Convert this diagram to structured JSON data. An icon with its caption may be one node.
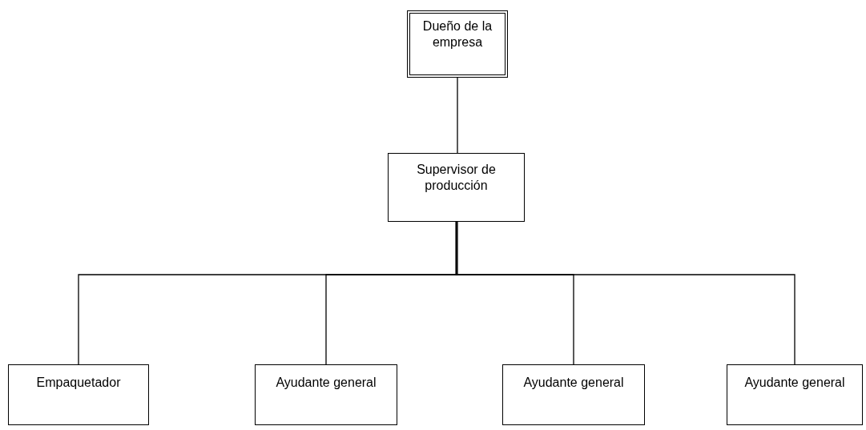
{
  "diagram": {
    "nodes": [
      {
        "text": [
          "Dueño de la empresa"
        ]
      },
      {
        "text": [
          "Supervisor de producción"
        ]
      },
      {
        "text": [
          "Empaquetador"
        ]
      },
      {
        "text": [
          "Ayudante general"
        ]
      },
      {
        "text": [
          "Ayudante general"
        ]
      },
      {
        "text": [
          "Ayudante general"
        ]
      }
    ],
    "edges": [
      {
        "from": 0,
        "to": 1,
        "arrow": "none"
      },
      {
        "from": 1,
        "to": 2,
        "arrow": "none"
      },
      {
        "from": 1,
        "to": 3,
        "arrow": "none"
      },
      {
        "from": 1,
        "to": 4,
        "arrow": "none"
      },
      {
        "from": 1,
        "to": 5,
        "arrow": "none"
      }
    ]
  }
}
